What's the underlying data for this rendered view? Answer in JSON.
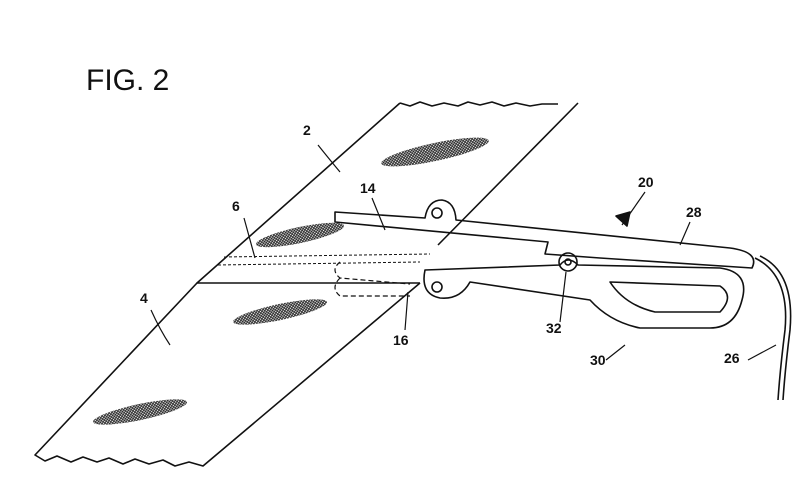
{
  "figure_title": "FIG. 2",
  "labels": {
    "upper_sheet": "2",
    "lower_sheet": "4",
    "overlap": "6",
    "upper_jaw": "14",
    "lower_jaw": "16",
    "device": "20",
    "cable": "26",
    "upper_handle": "28",
    "lower_handle": "30",
    "pivot": "32"
  }
}
